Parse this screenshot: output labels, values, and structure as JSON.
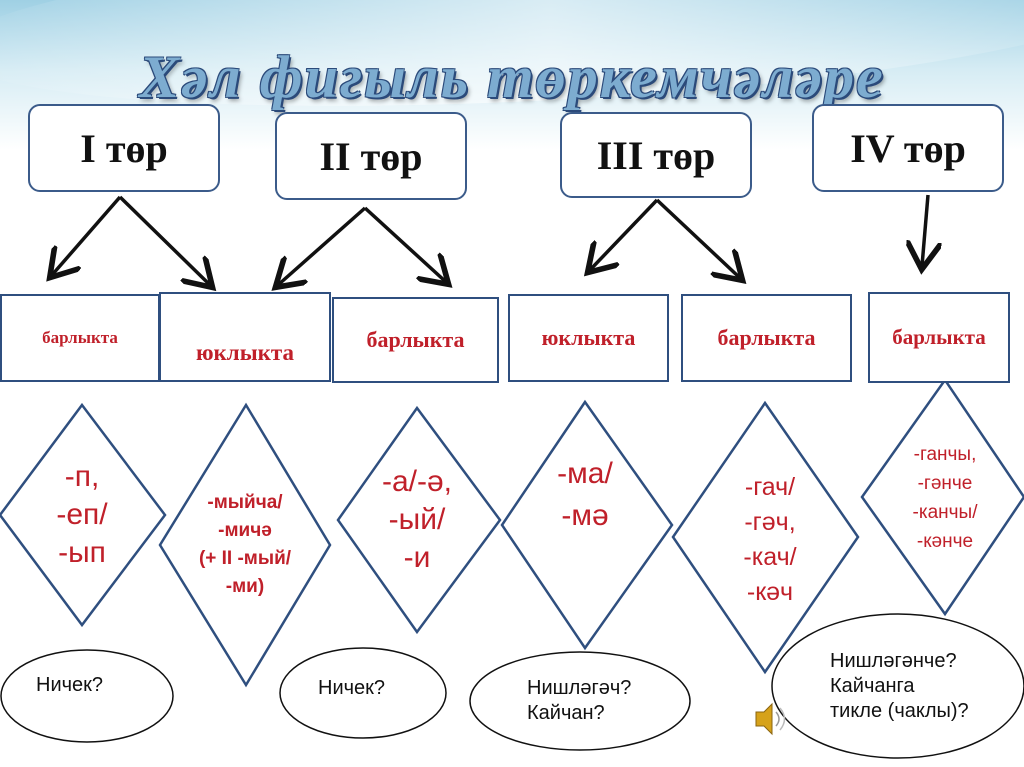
{
  "title": "Хәл фигыль төркемчәләре",
  "groups": [
    {
      "label": "I төр"
    },
    {
      "label": "II төр"
    },
    {
      "label": "III төр"
    },
    {
      "label": "IV төр"
    }
  ],
  "forms": [
    {
      "label": "барлыкта"
    },
    {
      "label": "юклыкта"
    },
    {
      "label": "барлыкта"
    },
    {
      "label": "юклыкта"
    },
    {
      "label": "барлыкта"
    },
    {
      "label": "барлыкта"
    }
  ],
  "suffixes": [
    {
      "lines": [
        "-п,",
        "-еп/",
        "-ып"
      ]
    },
    {
      "lines": [
        "-мыйча/",
        "-мичә",
        "(+ II  -мый/",
        "-ми)"
      ]
    },
    {
      "lines": [
        "-а/-ә,",
        "-ый/",
        "-и"
      ]
    },
    {
      "lines": [
        "-ма/",
        "-мә"
      ]
    },
    {
      "lines": [
        "-гач/",
        "-гәч,",
        "-кач/",
        "-кәч"
      ]
    },
    {
      "lines": [
        "-ганчы,",
        "-гәнче",
        "-канчы/",
        "-кәнче"
      ]
    }
  ],
  "questions": [
    {
      "lines": [
        "Ничек?"
      ]
    },
    {
      "lines": [
        "Ничек?"
      ]
    },
    {
      "lines": [
        "Нишләгәч?",
        "Кайчан?"
      ]
    },
    {
      "lines": [
        "Нишләгәнче?",
        "Кайчанга",
        "тикле (чаклы)?"
      ]
    }
  ],
  "colors": {
    "accent_red": "#c0202a",
    "border_blue": "#2f4f7f",
    "title_blue": "#7dacd0"
  },
  "icons": [
    "speaker-icon"
  ]
}
